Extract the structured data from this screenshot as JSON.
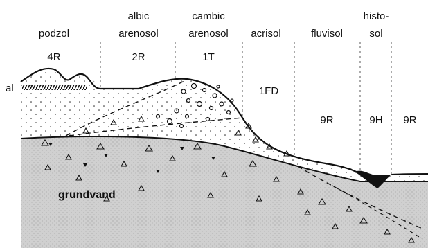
{
  "soil_zones": [
    {
      "name_lines": [
        "podzol"
      ],
      "code": "4R"
    },
    {
      "name_lines": [
        "albic",
        "arenosol"
      ],
      "code": "2R"
    },
    {
      "name_lines": [
        "cambic",
        "arenosol"
      ],
      "code": "1T"
    },
    {
      "name_lines": [
        "acrisol"
      ],
      "code": "1FD"
    },
    {
      "name_lines": [
        "fluvisol"
      ],
      "code": "9R"
    },
    {
      "name_lines": [
        "histo-",
        "sol"
      ],
      "code": "9H"
    },
    {
      "name_lines": [
        ""
      ],
      "code": "9R"
    }
  ],
  "labels": {
    "al": "al",
    "groundwater": "grundvand"
  },
  "colors": {
    "ink": "#111111",
    "groundwater_fill": "#cfcfcf",
    "peat": "#111111"
  }
}
